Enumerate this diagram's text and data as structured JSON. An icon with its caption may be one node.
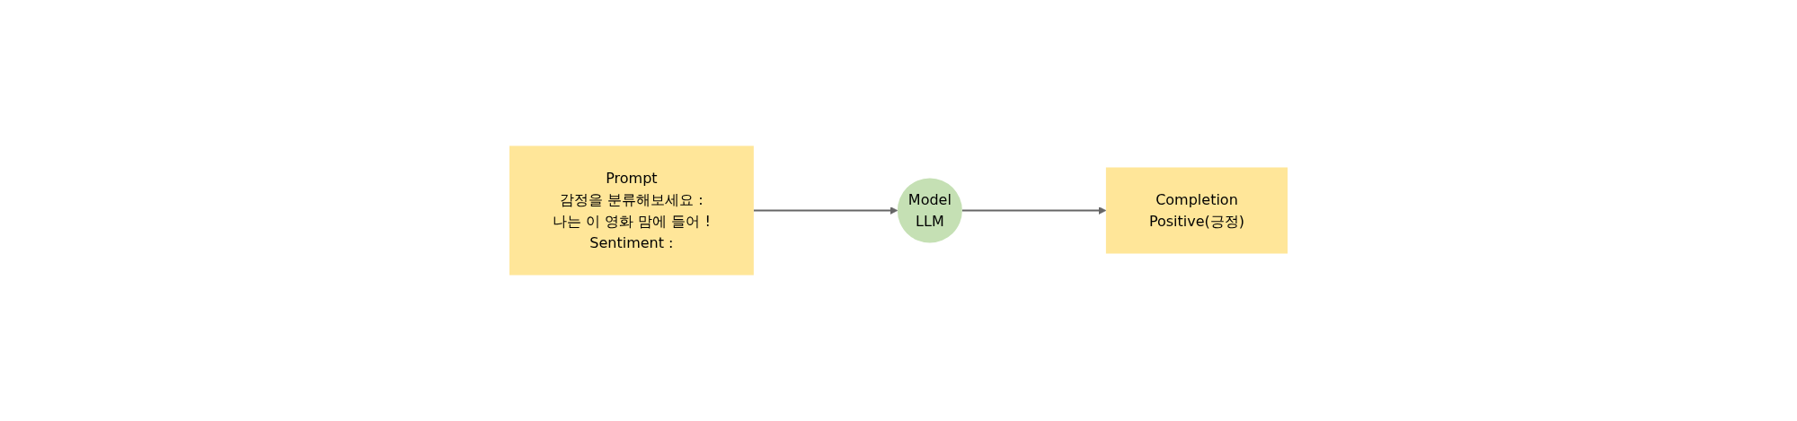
{
  "diagram": {
    "nodes": [
      {
        "text": [
          "Prompt",
          "감정을 분류해보세요 :",
          "나는 이 영화 맘에 들어 !",
          "Sentiment :"
        ]
      },
      {
        "text": [
          "Model",
          "LLM"
        ]
      },
      {
        "text": [
          "Completion",
          "Positive(긍정)"
        ]
      }
    ],
    "edges": [
      {
        "from": 0,
        "to": 1,
        "arrow": "to"
      },
      {
        "from": 1,
        "to": 2,
        "arrow": "to"
      }
    ]
  }
}
